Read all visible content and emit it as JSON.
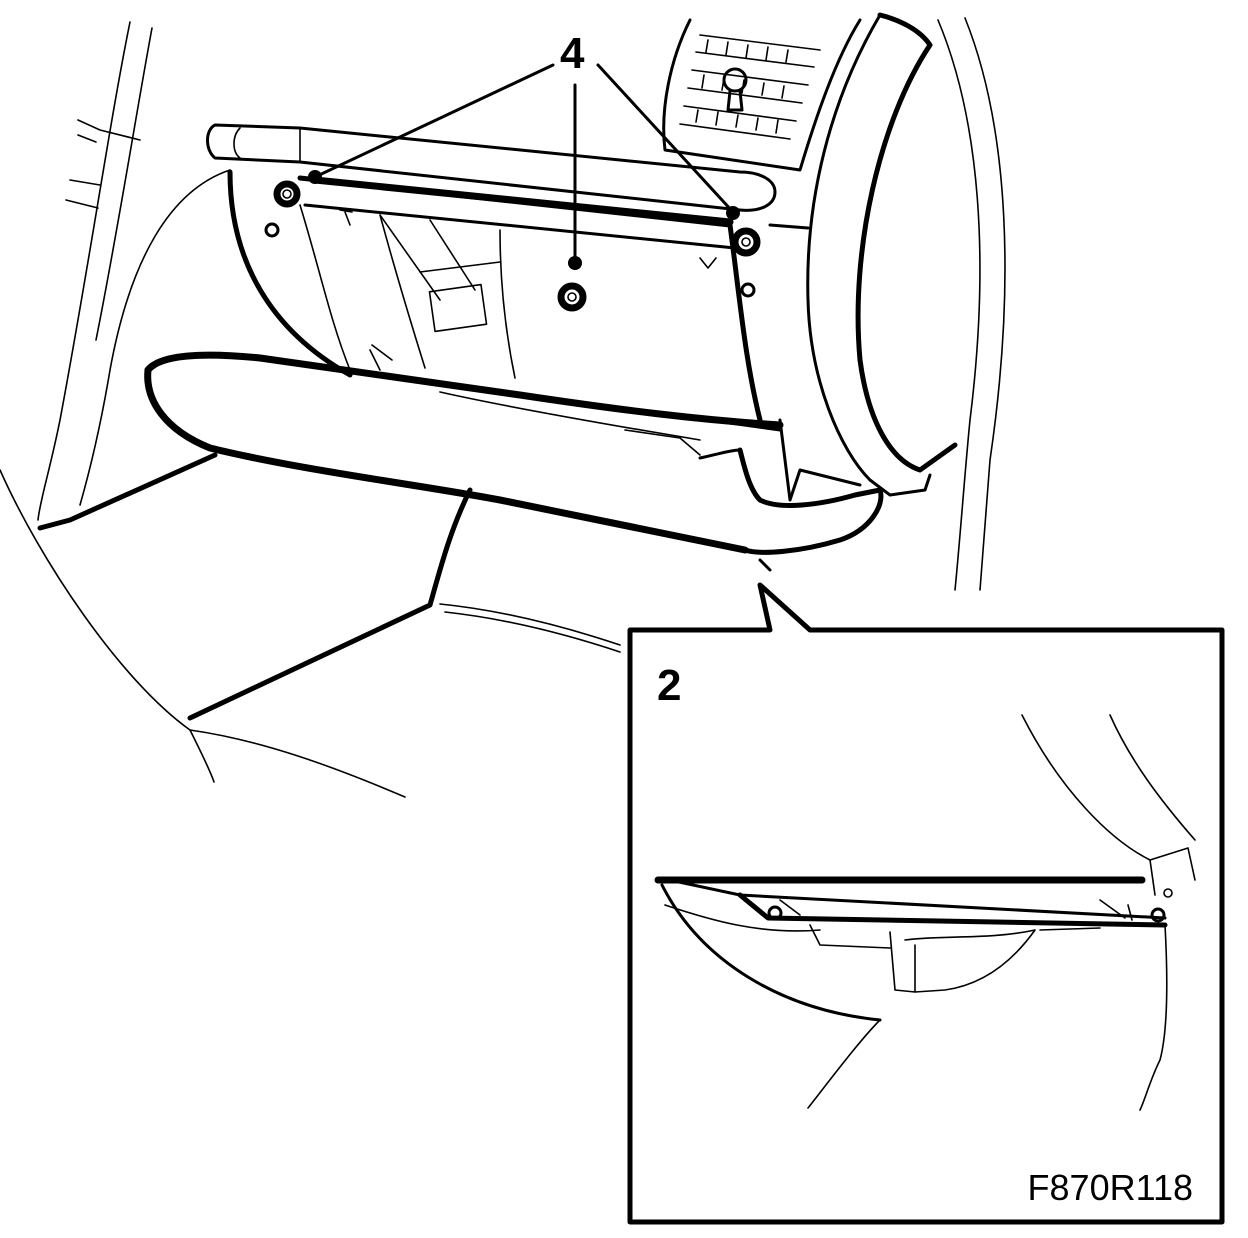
{
  "callouts": {
    "fastener_label": "4",
    "inset_label": "2"
  },
  "figure_id": "F870R118",
  "colors": {
    "ink": "#000000",
    "paper": "#ffffff"
  }
}
